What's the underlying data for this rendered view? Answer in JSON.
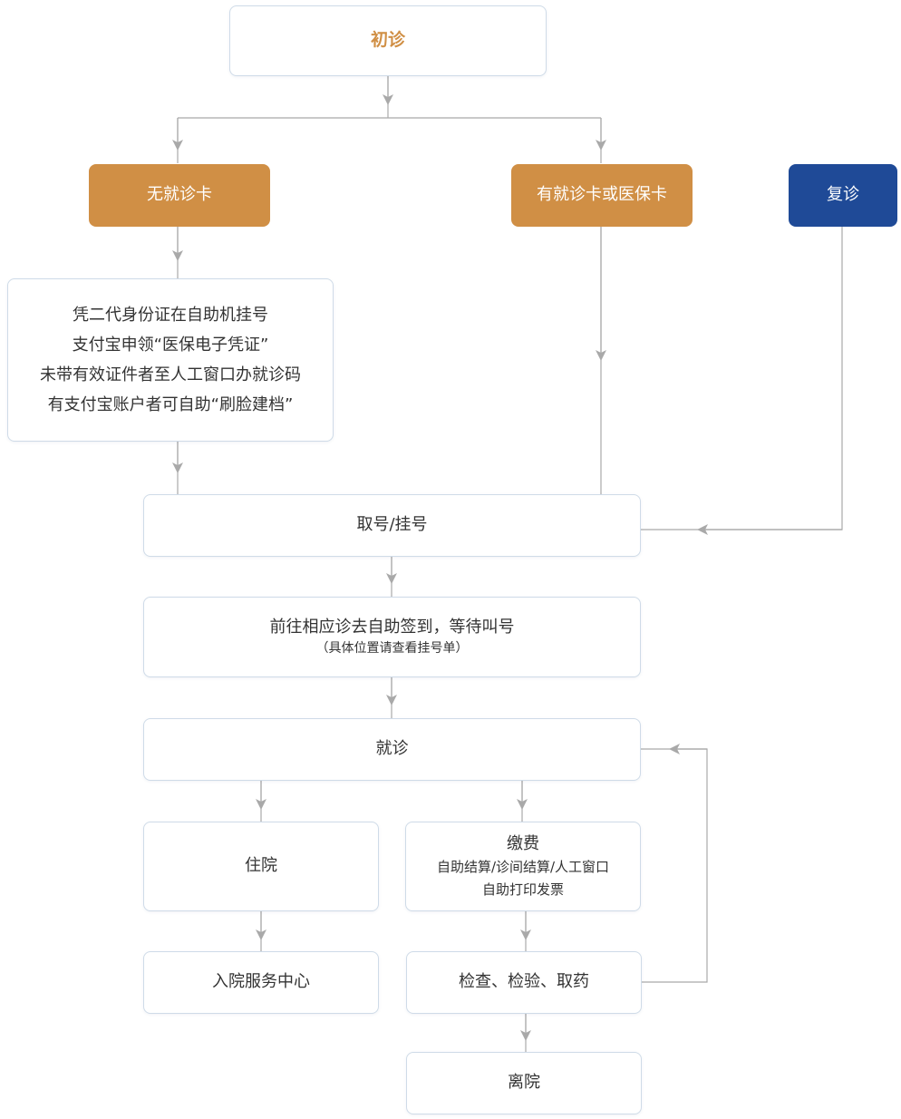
{
  "nodes": {
    "first_visit": "初诊",
    "no_card": "无就诊卡",
    "has_card": "有就诊卡或医保卡",
    "return_visit": "复诊",
    "no_card_steps": [
      "凭二代身份证在自助机挂号",
      "支付宝申领“医保电子凭证”",
      "未带有效证件者至人工窗口办就诊码",
      "有支付宝账户者可自助“刷脸建档”"
    ],
    "register": "取号/挂号",
    "wait": {
      "title": "前往相应诊去自助签到，等待叫号",
      "note": "（具体位置请查看挂号单）"
    },
    "consult": "就诊",
    "hospitalize": "住院",
    "payment": {
      "title": "缴费",
      "line1": "自助结算/诊间结算/人工窗口",
      "line2": "自助打印发票"
    },
    "admission_center": "入院服务中心",
    "exam": "检查、检验、取药",
    "discharge": "离院"
  },
  "colors": {
    "orange": "#d08f45",
    "blue": "#1f4a97",
    "border": "#cfdbe8",
    "line": "#a9a9a9"
  }
}
